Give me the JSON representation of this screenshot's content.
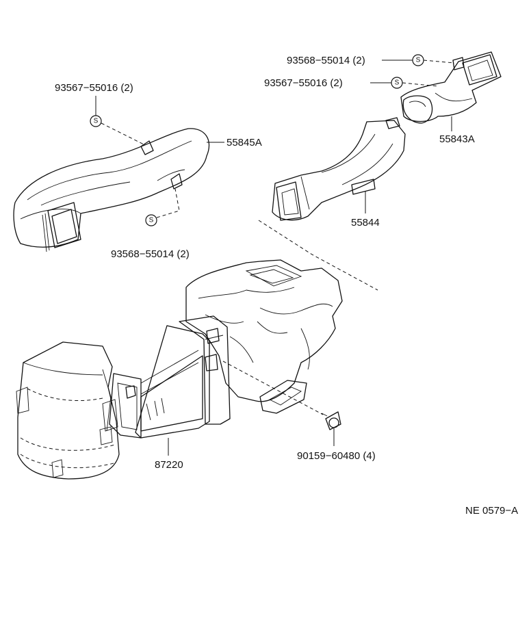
{
  "labels": {
    "p_93568_55014_top": "93568−55014 (2)",
    "p_93567_55016_top": "93567−55016 (2)",
    "p_55843A": "55843A",
    "p_93567_55016_left": "93567−55016 (2)",
    "p_55845A": "55845A",
    "p_55844": "55844",
    "p_93568_55014_left": "93568−55014 (2)",
    "p_87220": "87220",
    "p_90159_60480": "90159−60480 (4)",
    "figure_code": "NE 0579−A"
  },
  "symbol_letter": "S"
}
